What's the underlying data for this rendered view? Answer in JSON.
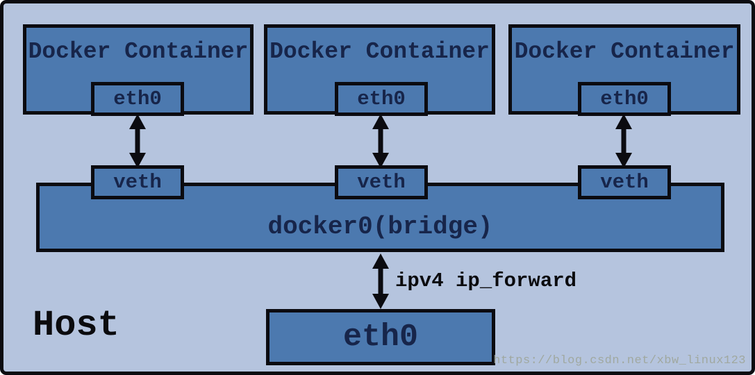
{
  "colors": {
    "background": "#b5c4de",
    "box_fill": "#4c79af",
    "border": "#0b0b10",
    "label_text": "#17254a",
    "plain_text": "#0b0b0e",
    "watermark_text": "#9ba291"
  },
  "containers": [
    {
      "title": "Docker Container",
      "interface_label": "eth0",
      "veth_label": "veth"
    },
    {
      "title": "Docker Container",
      "interface_label": "eth0",
      "veth_label": "veth"
    },
    {
      "title": "Docker Container",
      "interface_label": "eth0",
      "veth_label": "veth"
    }
  ],
  "bridge": {
    "label": "docker0(bridge)"
  },
  "forward": {
    "label": "ipv4 ip_forward"
  },
  "host": {
    "label": "Host",
    "interface_label": "eth0"
  },
  "watermark": {
    "text": "https://blog.csdn.net/xbw_linux123"
  }
}
